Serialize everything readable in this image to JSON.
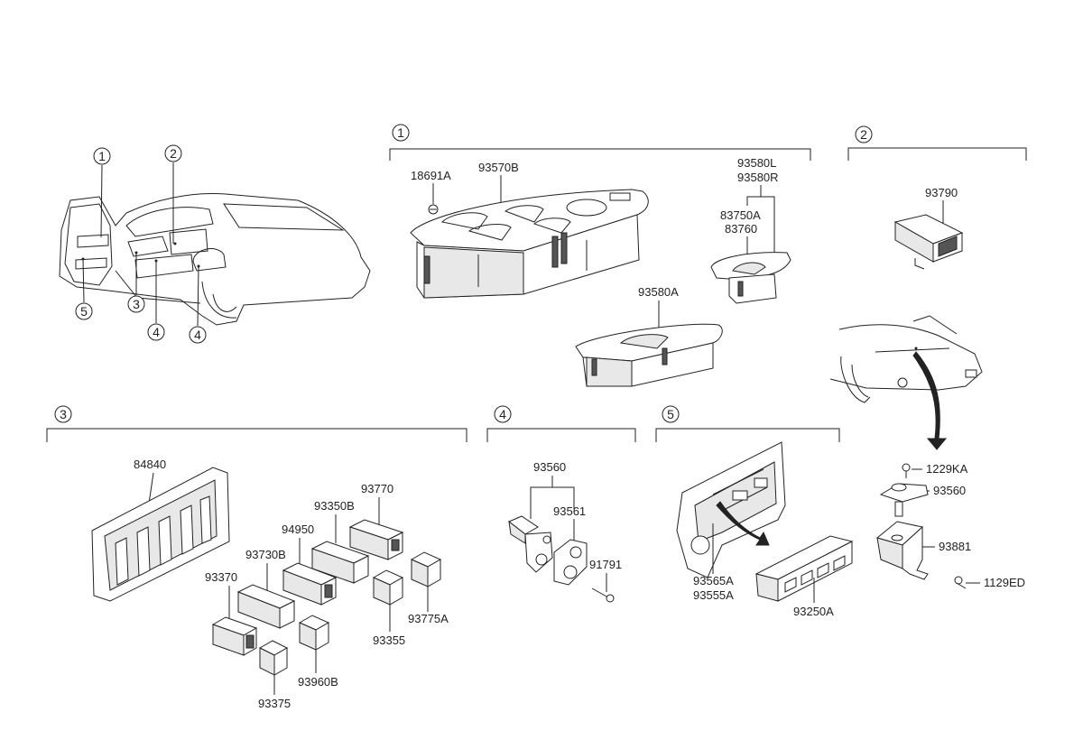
{
  "sections": [
    {
      "num": "1"
    },
    {
      "num": "2"
    },
    {
      "num": "3"
    },
    {
      "num": "4"
    },
    {
      "num": "5"
    }
  ],
  "overview_callouts": [
    "1",
    "2",
    "3",
    "4",
    "4",
    "5"
  ],
  "part_labels": {
    "p18691A": "18691A",
    "p93570B": "93570B",
    "p93580L": "93580L",
    "p93580R": "93580R",
    "p83750A": "83750A",
    "p83760": "83760",
    "p93580A": "93580A",
    "p93790": "93790",
    "p84840": "84840",
    "p93770": "93770",
    "p93350B": "93350B",
    "p94950": "94950",
    "p93730B": "93730B",
    "p93370": "93370",
    "p93775A": "93775A",
    "p93355": "93355",
    "p93960B": "93960B",
    "p93375": "93375",
    "p93560_s4": "93560",
    "p93561": "93561",
    "p91791": "91791",
    "p93565A": "93565A",
    "p93555A": "93555A",
    "p93250A": "93250A",
    "p1229KA": "1229KA",
    "p93560_s2": "93560",
    "p93881": "93881",
    "p1129ED": "1129ED"
  }
}
